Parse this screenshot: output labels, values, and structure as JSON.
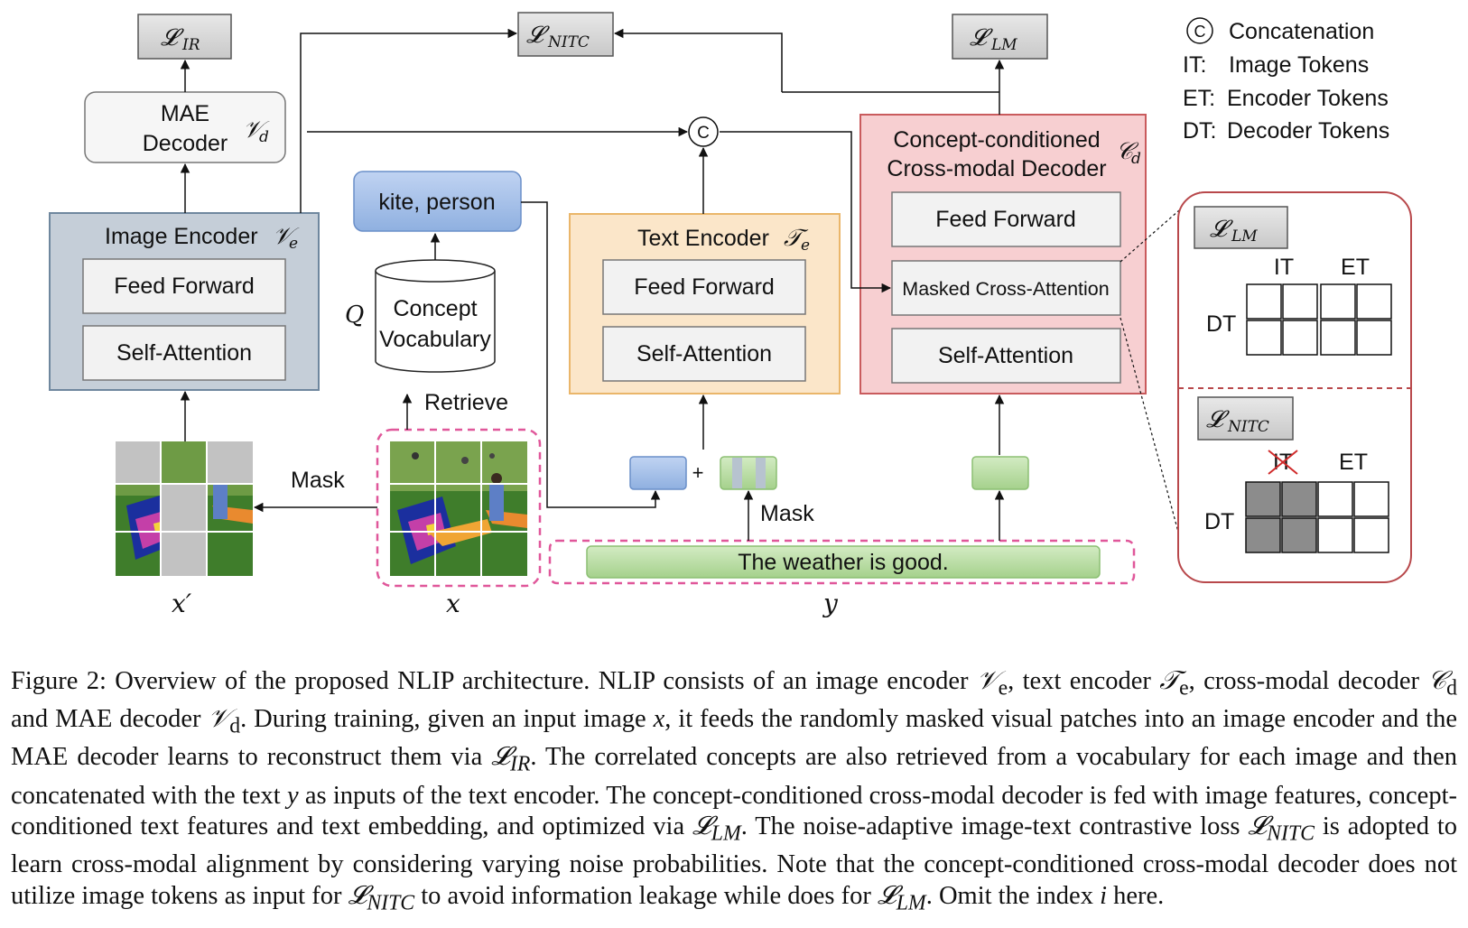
{
  "legend": {
    "concat_symbol": "C",
    "concat_label": "Concatenation",
    "it_key": "IT:",
    "it_label": "Image Tokens",
    "et_key": "ET:",
    "et_label": "Encoder Tokens",
    "dt_key": "DT:",
    "dt_label": "Decoder Tokens"
  },
  "losses": {
    "ir": "𝓛",
    "ir_sub": "IR",
    "nitc": "𝓛",
    "nitc_sub": "NITC",
    "lm": "𝓛",
    "lm_sub": "LM"
  },
  "mae_decoder": {
    "line1": "MAE",
    "line2": "Decoder",
    "symbol": "𝒱",
    "symbol_sub": "d"
  },
  "image_encoder": {
    "title": "Image Encoder",
    "symbol": "𝒱",
    "symbol_sub": "e",
    "layer_top": "Feed Forward",
    "layer_bottom": "Self-Attention"
  },
  "concepts": {
    "box": "kite, person",
    "vocab_line1": "Concept",
    "vocab_line2": "Vocabulary",
    "q": "Q",
    "retrieve": "Retrieve"
  },
  "text_encoder": {
    "title": "Text Encoder",
    "symbol": "𝒯",
    "symbol_sub": "e",
    "layer_top": "Feed Forward",
    "layer_bottom": "Self-Attention"
  },
  "decoder": {
    "title_line1": "Concept-conditioned",
    "title_line2": "Cross-modal Decoder",
    "symbol": "𝒞",
    "symbol_sub": "d",
    "layer_top": "Feed Forward",
    "layer_mid": "Masked Cross-Attention",
    "layer_bottom": "Self-Attention"
  },
  "inputs": {
    "mask_label_left": "Mask",
    "x_prime": "x′",
    "x": "x",
    "y": "y",
    "plus": "+",
    "mask_label_text": "Mask",
    "sentence": "The weather is good."
  },
  "zoom": {
    "top_loss": "𝓛",
    "top_loss_sub": "LM",
    "it": "IT",
    "et": "ET",
    "dt": "DT",
    "bottom_loss": "𝓛",
    "bottom_loss_sub": "NITC",
    "it2": "IT",
    "et2": "ET",
    "dt2": "DT"
  },
  "caption": {
    "p1": "Figure 2: Overview of the proposed NLIP architecture. NLIP consists of an image encoder ",
    "ve": "𝒱",
    "ve_sub": "e",
    "p2": ", text encoder ",
    "te": "𝒯",
    "te_sub": "e",
    "p3": ", cross-modal decoder ",
    "cd": "𝒞",
    "cd_sub": "d",
    "p4": " and MAE decoder ",
    "vd": "𝒱",
    "vd_sub": "d",
    "p5": ". During training, given an input image ",
    "x": "x",
    "p6": ", it feeds the randomly masked visual patches into an image encoder and the MAE decoder learns to reconstruct them via ",
    "l_ir": "𝓛",
    "l_ir_sub": "IR",
    "p7": ". The correlated concepts are also retrieved from a vocabulary for each image and then concatenated with the text ",
    "y": "y",
    "p8": " as inputs of the text encoder. The concept-conditioned cross-modal decoder is fed with image features, concept-conditioned text features and text embedding, and optimized via ",
    "l_lm": "𝓛",
    "l_lm_sub": "LM",
    "p9": ". The noise-adaptive image-text contrastive loss ",
    "l_nitc": "𝓛",
    "l_nitc_sub": "NITC",
    "p10": " is adopted to learn cross-modal alignment by considering varying noise probabilities. Note that the concept-conditioned cross-modal decoder does not utilize image tokens as input for ",
    "l_nitc2": "𝓛",
    "l_nitc2_sub": "NITC",
    "p11": " to avoid information leakage while does for ",
    "l_lm2": "𝓛",
    "l_lm2_sub": "LM",
    "p12": ". Omit the index ",
    "i": "i",
    "p13": " here."
  },
  "colors": {
    "loss_box": "#d6d6d6",
    "image_encoder_fill": "#c5ced8",
    "image_encoder_stroke": "#6f879e",
    "concept_box": "#a9c2ea",
    "text_encoder_fill": "#fbe6c9",
    "text_encoder_stroke": "#eab66a",
    "decoder_fill": "#f7cfd1",
    "decoder_stroke": "#c95b5d",
    "pink_dashed": "#e0579a",
    "green_token": "#b9dca5",
    "zoom_stroke": "#b8484b"
  }
}
